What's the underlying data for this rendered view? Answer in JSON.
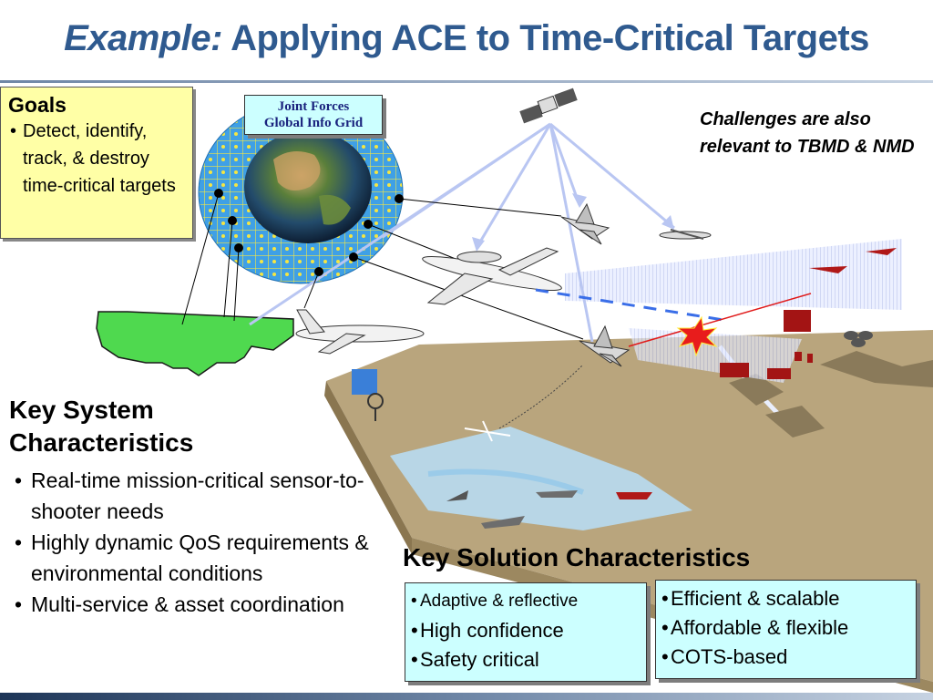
{
  "title": {
    "prefix": "Example:",
    "main": "Applying ACE to Time-Critical Targets"
  },
  "goals": {
    "heading": "Goals",
    "items": [
      "Detect, identify, track, & destroy time-critical targets"
    ]
  },
  "grid_label": {
    "line1": "Joint Forces",
    "line2": "Global Info Grid"
  },
  "challenges": "Challenges are also relevant to TBMD & NMD",
  "key_system": {
    "heading_line1": "Key System",
    "heading_line2": "Characteristics",
    "items": [
      "Real-time mission-critical sensor-to-shooter needs",
      "Highly dynamic QoS requirements & environmental conditions",
      "Multi-service & asset coordination"
    ]
  },
  "key_solution": {
    "heading": "Key Solution Characteristics",
    "left_items": [
      "Adaptive & reflective",
      "High confidence",
      "Safety critical"
    ],
    "right_items": [
      "Efficient & scalable",
      "Affordable & flexible",
      "COTS-based"
    ]
  },
  "colors": {
    "title": "#2f5a8f",
    "goals_bg": "#ffffa6",
    "box_bg": "#ccffff",
    "map_green": "#4fd94f",
    "terrain": "#c8b48c"
  }
}
